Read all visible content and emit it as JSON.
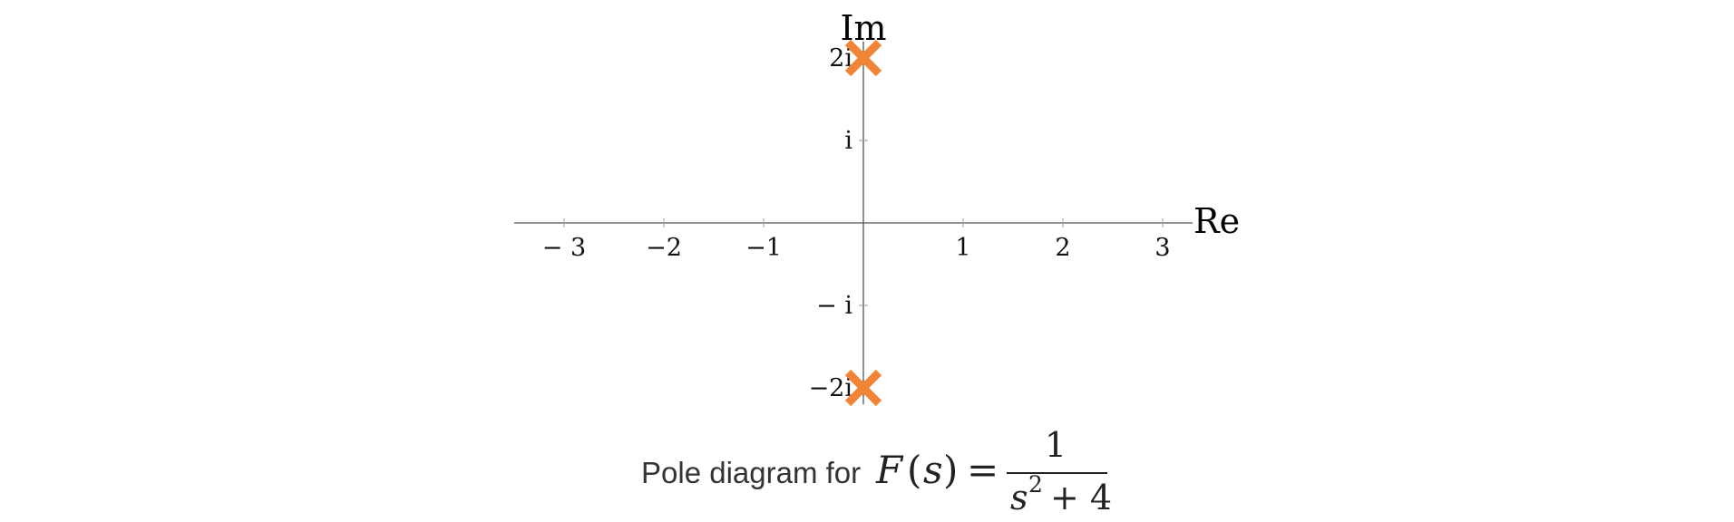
{
  "chart_data": {
    "type": "scatter",
    "title": "",
    "xlabel": "Re",
    "ylabel": "Im",
    "xlim": [
      -3.5,
      3.3
    ],
    "ylim": [
      -2.2,
      2.2
    ],
    "x_ticks": [
      {
        "value": -3,
        "label": "− 3"
      },
      {
        "value": -2,
        "label": "−2"
      },
      {
        "value": -1,
        "label": "−1"
      },
      {
        "value": 1,
        "label": "1"
      },
      {
        "value": 2,
        "label": "2"
      },
      {
        "value": 3,
        "label": "3"
      }
    ],
    "y_ticks": [
      {
        "value": 2,
        "label": "2i"
      },
      {
        "value": 1,
        "label": "i"
      },
      {
        "value": -1,
        "label": "− i"
      },
      {
        "value": -2,
        "label": "−2i"
      }
    ],
    "poles": [
      {
        "re": 0,
        "im": 2
      },
      {
        "re": 0,
        "im": -2
      }
    ],
    "marker": "x",
    "grid": false,
    "colors": {
      "pole": "#F08536",
      "axis": "#555555"
    }
  },
  "caption": {
    "text": "Pole diagram for",
    "function_lhs": "F",
    "function_var": "s",
    "numerator": "1",
    "denominator_base": "s",
    "denominator_exp": "2",
    "denominator_rest": "+ 4"
  }
}
